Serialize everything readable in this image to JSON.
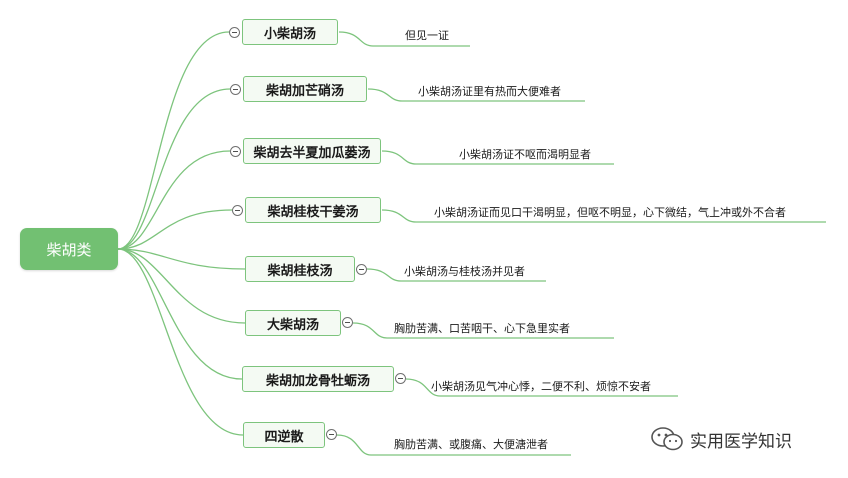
{
  "root": {
    "label": "柴胡类"
  },
  "branches": [
    {
      "label": "小柴胡汤",
      "note": "但见一证"
    },
    {
      "label": "柴胡加芒硝汤",
      "note": "小柴胡汤证里有热而大便难者"
    },
    {
      "label": "柴胡去半夏加瓜蒌汤",
      "note": "小柴胡汤证不呕而渴明显者"
    },
    {
      "label": "柴胡桂枝干姜汤",
      "note": "小柴胡汤证而见口干渴明显，但呕不明显，心下微结，气上冲或外不合者"
    },
    {
      "label": "柴胡桂枝汤",
      "note": "小柴胡汤与桂枝汤并见者"
    },
    {
      "label": "大柴胡汤",
      "note": "胸肋苦满、口苦咽干、心下急里实者"
    },
    {
      "label": "柴胡加龙骨牡蛎汤",
      "note": "小柴胡汤见气冲心悸，二便不利、烦惊不安者"
    },
    {
      "label": "四逆散",
      "note": "胸肋苦满、或腹痛、大便溏泄者"
    }
  ],
  "colors": {
    "root_fill": "#72c072",
    "node_border": "#7dc47d",
    "node_fill": "#f4faf3",
    "link": "#7dc47d"
  },
  "watermark": {
    "text": "实用医学知识",
    "icon": "wechat-icon"
  }
}
